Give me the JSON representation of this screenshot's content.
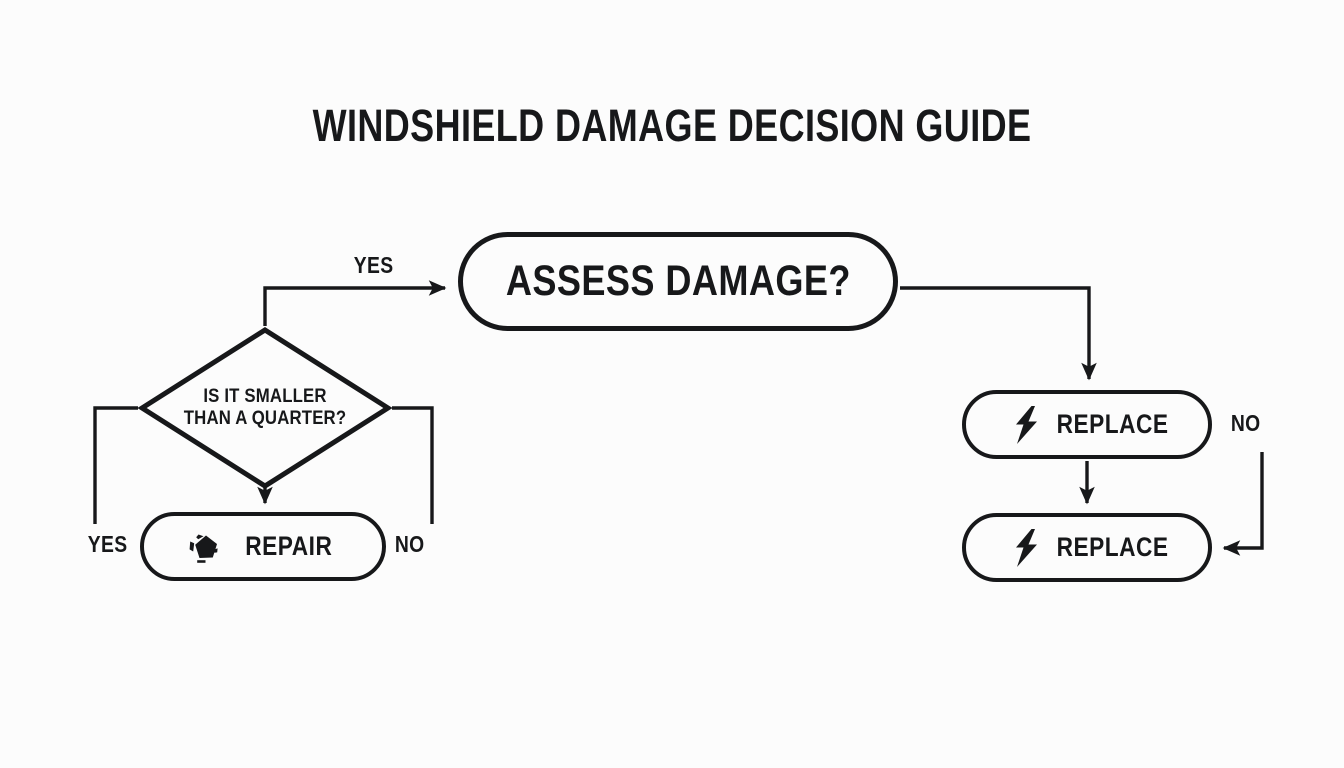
{
  "title": "WINDSHIELD DAMAGE DECISION GUIDE",
  "colors": {
    "background": "#fcfcfc",
    "stroke": "#17181a",
    "text": "#17181a"
  },
  "nodes": {
    "assess": {
      "id": "assess-damage",
      "label": "ASSESS DAMAGE?",
      "shape": "rounded-rectangle"
    },
    "decision": {
      "id": "is-it-smaller-than-a-quarter",
      "label_line_1": "IS IT SMALLER",
      "label_line_2": "THAN A QUARTER?",
      "shape": "diamond"
    },
    "repair": {
      "id": "repair",
      "label": "REPAIR",
      "icon": "cracked-chip-icon",
      "shape": "rounded-rectangle"
    },
    "replace_1": {
      "id": "replace-1",
      "label": "REPLACE",
      "icon": "lightning-bolt-icon",
      "shape": "rounded-rectangle"
    },
    "replace_2": {
      "id": "replace-2",
      "label": "REPLACE",
      "icon": "lightning-bolt-icon",
      "shape": "rounded-rectangle"
    }
  },
  "edge_labels": {
    "yes_to_assess": "YES",
    "yes_left": "YES",
    "no_middle": "NO",
    "no_right": "NO"
  },
  "chart_data": {
    "type": "diagram",
    "diagram_type": "flowchart",
    "title": "WINDSHIELD DAMAGE DECISION GUIDE",
    "nodes": [
      {
        "id": "assess-damage",
        "label": "ASSESS DAMAGE?",
        "shape": "rounded-rectangle",
        "icon": null
      },
      {
        "id": "is-it-smaller-than-a-quarter",
        "label": "IS IT SMALLER THAN A QUARTER?",
        "shape": "diamond",
        "icon": null
      },
      {
        "id": "repair",
        "label": "REPAIR",
        "shape": "rounded-rectangle",
        "icon": "cracked-chip-icon"
      },
      {
        "id": "replace-1",
        "label": "REPLACE",
        "shape": "rounded-rectangle",
        "icon": "lightning-bolt-icon"
      },
      {
        "id": "replace-2",
        "label": "REPLACE",
        "shape": "rounded-rectangle",
        "icon": "lightning-bolt-icon"
      }
    ],
    "edges": [
      {
        "from": "is-it-smaller-than-a-quarter",
        "to": "assess-damage",
        "label": "YES",
        "arrow": true
      },
      {
        "from": "assess-damage",
        "to": "replace-1",
        "label": "",
        "arrow": true
      },
      {
        "from": "is-it-smaller-than-a-quarter",
        "to": "repair",
        "label": "",
        "arrow": true
      },
      {
        "from": "is-it-smaller-than-a-quarter",
        "to": "repair",
        "label": "YES",
        "arrow": false
      },
      {
        "from": "is-it-smaller-than-a-quarter",
        "to": "repair",
        "label": "NO",
        "arrow": false
      },
      {
        "from": "replace-1",
        "to": "replace-2",
        "label": "",
        "arrow": true
      },
      {
        "from": "replace-1",
        "to": "replace-2",
        "label": "NO",
        "arrow": true
      }
    ]
  }
}
